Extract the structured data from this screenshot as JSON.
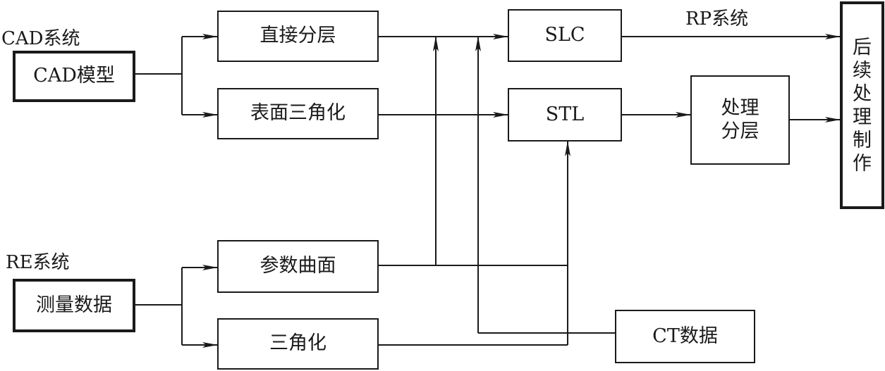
{
  "groups": {
    "cad_system": "CAD系统",
    "re_system": "RE系统",
    "rp_system": "RP系统"
  },
  "nodes": {
    "cad_model": "CAD模型",
    "direct_slicing": "直接分层",
    "surface_triangulation": "表面三角化",
    "slc": "SLC",
    "stl": "STL",
    "process_slicing_line1": "处理",
    "process_slicing_line2": "分层",
    "post_processing": [
      "后",
      "续",
      "处",
      "理",
      "制",
      "作"
    ],
    "measurement_data": "测量数据",
    "parametric_surface": "参数曲面",
    "triangulation": "三角化",
    "ct_data": "CT数据"
  }
}
